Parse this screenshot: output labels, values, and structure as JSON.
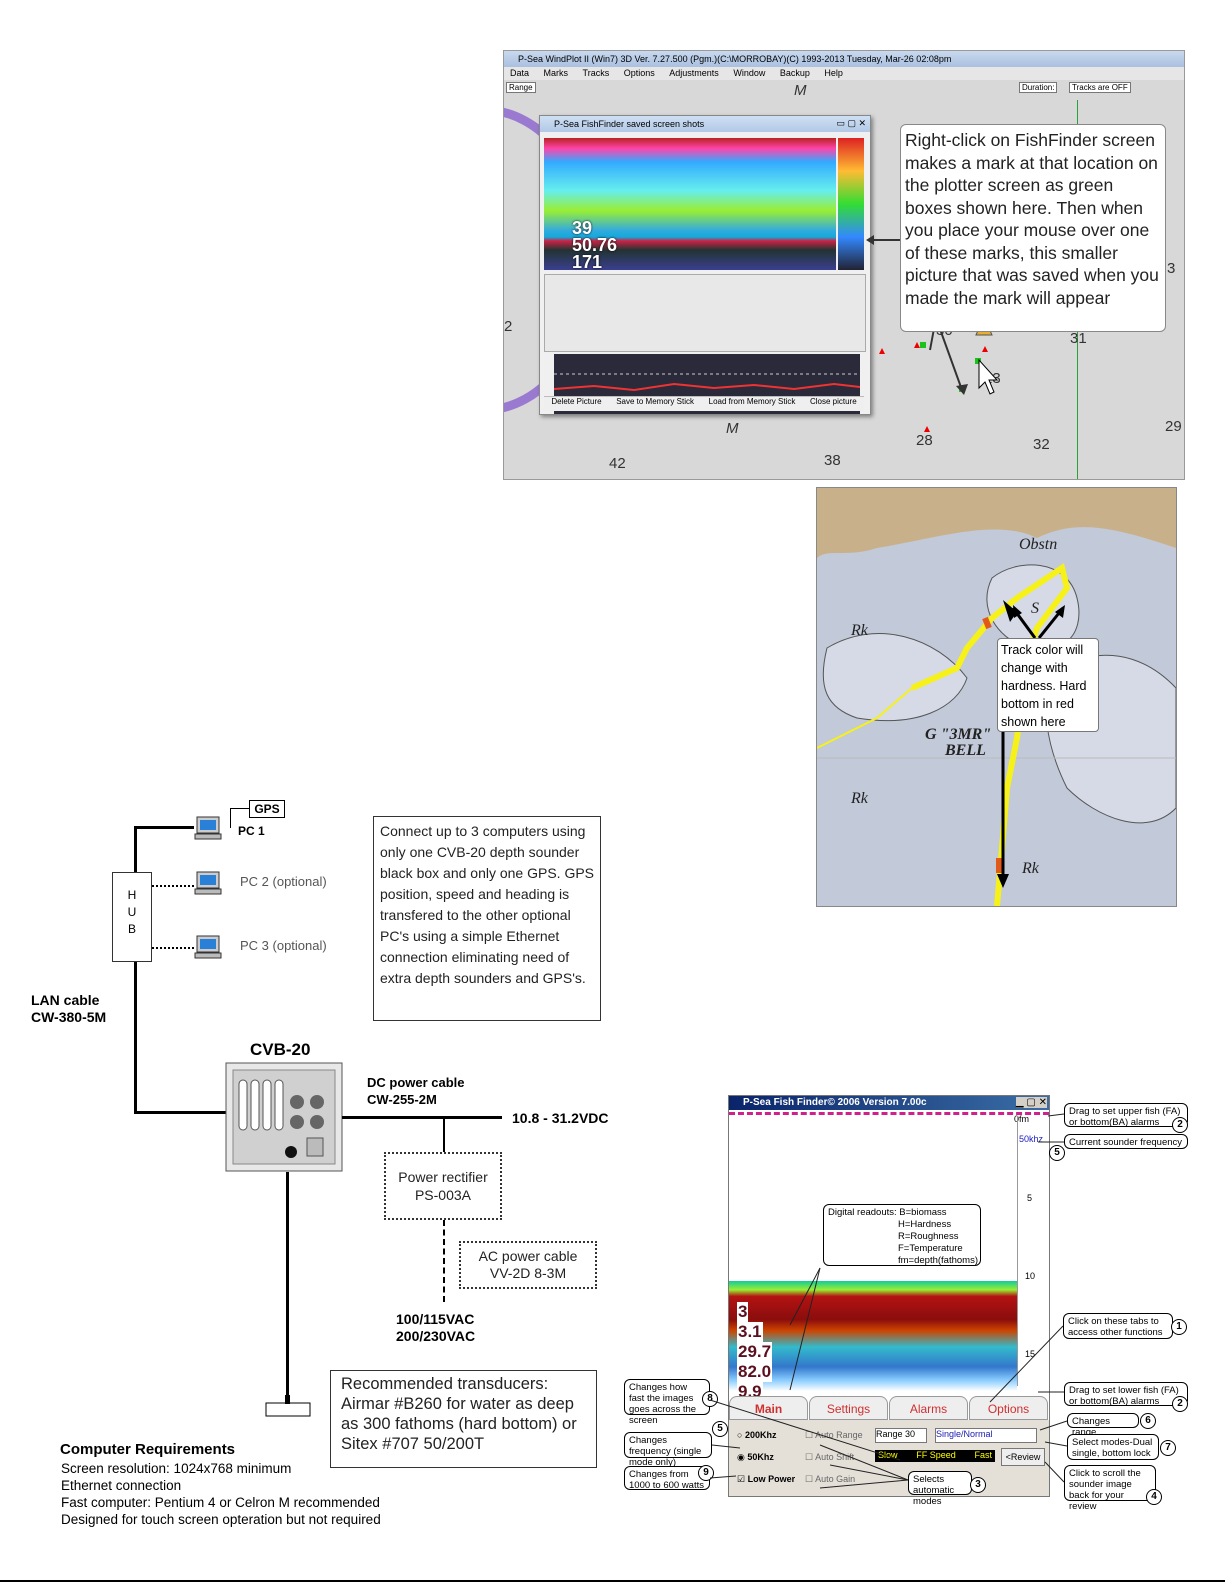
{
  "plotter": {
    "title": "P-Sea WindPlot II (Win7) 3D Ver. 7.27.500 (Pgm.)(C:\\MORROBAY)(C) 1993-2013   Tuesday, Mar-26 02:08pm",
    "menu": [
      "Data",
      "Marks",
      "Tracks",
      "Options",
      "Adjustments",
      "Window",
      "Backup",
      "Help"
    ],
    "range_label": "Range",
    "duration_label": "Duration:",
    "tracks_status": "Tracks are OFF",
    "chart_numbers": [
      "2",
      "30",
      "31",
      "23",
      "28",
      "32",
      "29",
      "38",
      "42",
      "M",
      "M",
      "3"
    ],
    "callout": "Right-click on FishFinder screen makes a mark at that location on the plotter screen as green boxes shown here. Then when you place your mouse over one of these marks, this smaller picture that was saved when you made the mark will appear"
  },
  "ff_window": {
    "title": "P-Sea FishFinder saved screen shots",
    "readouts": [
      "39",
      "50.76",
      "171"
    ],
    "buttons": [
      "Delete Picture",
      "Save to Memory Stick",
      "Load from Memory Stick",
      "Close picture"
    ]
  },
  "map": {
    "labels": [
      "Obstn",
      "Rk",
      "Rk",
      "Rk",
      "S",
      "G \"3MR\"",
      "BELL"
    ],
    "callout": "Track color will change with hardness. Hard bottom in red shown here"
  },
  "network": {
    "gps": "GPS",
    "pc1": "PC 1",
    "pc2": "PC 2 (optional)",
    "pc3": "PC 3 (optional)",
    "hub": [
      "H",
      "U",
      "B"
    ],
    "lan_cable": "LAN cable",
    "lan_model": "CW-380-5M",
    "cvb": "CVB-20",
    "dc_cable": "DC power cable",
    "dc_model": "CW-255-2M",
    "dc_volt": "10.8 - 31.2VDC",
    "rectifier": "Power rectifier",
    "rectifier_model": "PS-003A",
    "ac_cable": "AC power cable",
    "ac_model": "VV-2D 8-3M",
    "ac_volt1": "100/115VAC",
    "ac_volt2": "200/230VAC",
    "connect_text": "Connect up to 3 computers using only one CVB-20 depth sounder black box and only one GPS. GPS position, speed and heading is transfered to the other optional PC's using a simple Ethernet connection eliminating need of extra depth sounders and GPS's.",
    "transducer_text": "Recommended transducers: Airmar #B260 for water as deep as 300 fathoms (hard bottom) or Sitex #707 50/200T"
  },
  "requirements": {
    "title": "Computer Requirements",
    "items": [
      "Screen resolution:  1024x768 minimum",
      "Ethernet connection",
      "Fast computer: Pentium 4 or Celron M recommended",
      "Designed for touch screen opteration but not required"
    ]
  },
  "fishfinder": {
    "title": "P-Sea Fish Finder© 2006 Version 7.00c",
    "freq_label": "50khz",
    "depth_labels": [
      "0fm",
      "5",
      "10",
      "15"
    ],
    "readouts": [
      "3",
      "3.1",
      "29.7",
      "82.0",
      "9.9"
    ],
    "tabs": [
      "Main",
      "Settings",
      "Alarms",
      "Options"
    ],
    "radio_200": "200Khz",
    "radio_50": "50Khz",
    "low_power": "Low Power",
    "auto_range": "Auto Range",
    "auto_shift": "Auto Shift",
    "auto_gain": "Auto Gain",
    "range_select": "Range 30",
    "mode_select": "Single/Normal",
    "speed_slow": "Slow",
    "speed_label": "FF Speed",
    "speed_fast": "Fast",
    "review": "<Review",
    "digital_readouts": [
      "Digital readouts: B=biomass",
      "H=Hardness",
      "R=Roughness",
      "F=Temperature",
      "fm=depth(fathoms)"
    ],
    "notes": {
      "upper_alarm": "Drag to set upper fish (FA) or bottom(BA) alarms",
      "current_freq": "Current sounder frequency",
      "tabs_note": "Click on these tabs to access other functions",
      "lower_alarm": "Drag to set lower fish (FA) or bottom(BA) alarms",
      "changes_range": "Changes range",
      "select_modes": "Select modes-Dual single, bottom lock",
      "scroll_back": "Click to scroll the sounder image back for your review",
      "auto_modes": "Selects automatic modes",
      "speed_note": "Changes how fast the images goes across the screen",
      "freq_note": "Changes frequency (single mode only)",
      "power_note": "Changes from 1000 to 600 watts"
    },
    "numbers": [
      "1",
      "2",
      "5",
      "2",
      "6",
      "7",
      "4",
      "3",
      "8",
      "5",
      "9"
    ]
  }
}
